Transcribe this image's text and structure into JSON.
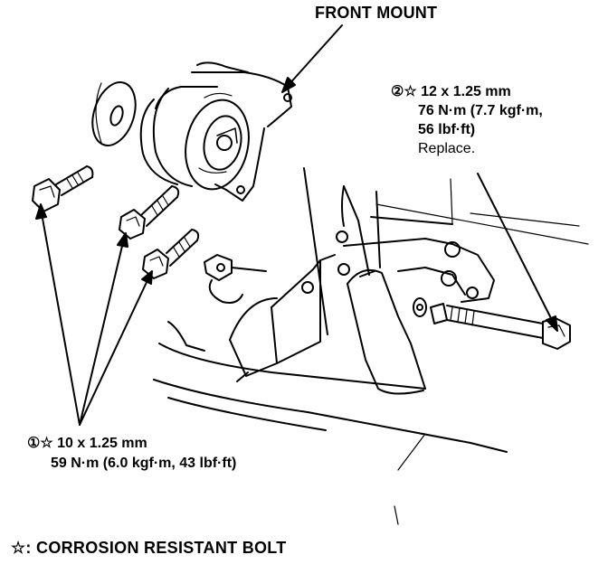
{
  "title": "FRONT MOUNT",
  "callout_2": {
    "line1": "②☆ 12 x 1.25 mm",
    "line2": "76 N·m (7.7 kgf·m,",
    "line3": "56 lbf·ft)",
    "line4": "Replace."
  },
  "callout_1": {
    "line1": "①☆ 10 x 1.25 mm",
    "line2": "59 N·m (6.0 kgf·m, 43 lbf·ft)"
  },
  "legend": "☆: CORROSION RESISTANT BOLT"
}
